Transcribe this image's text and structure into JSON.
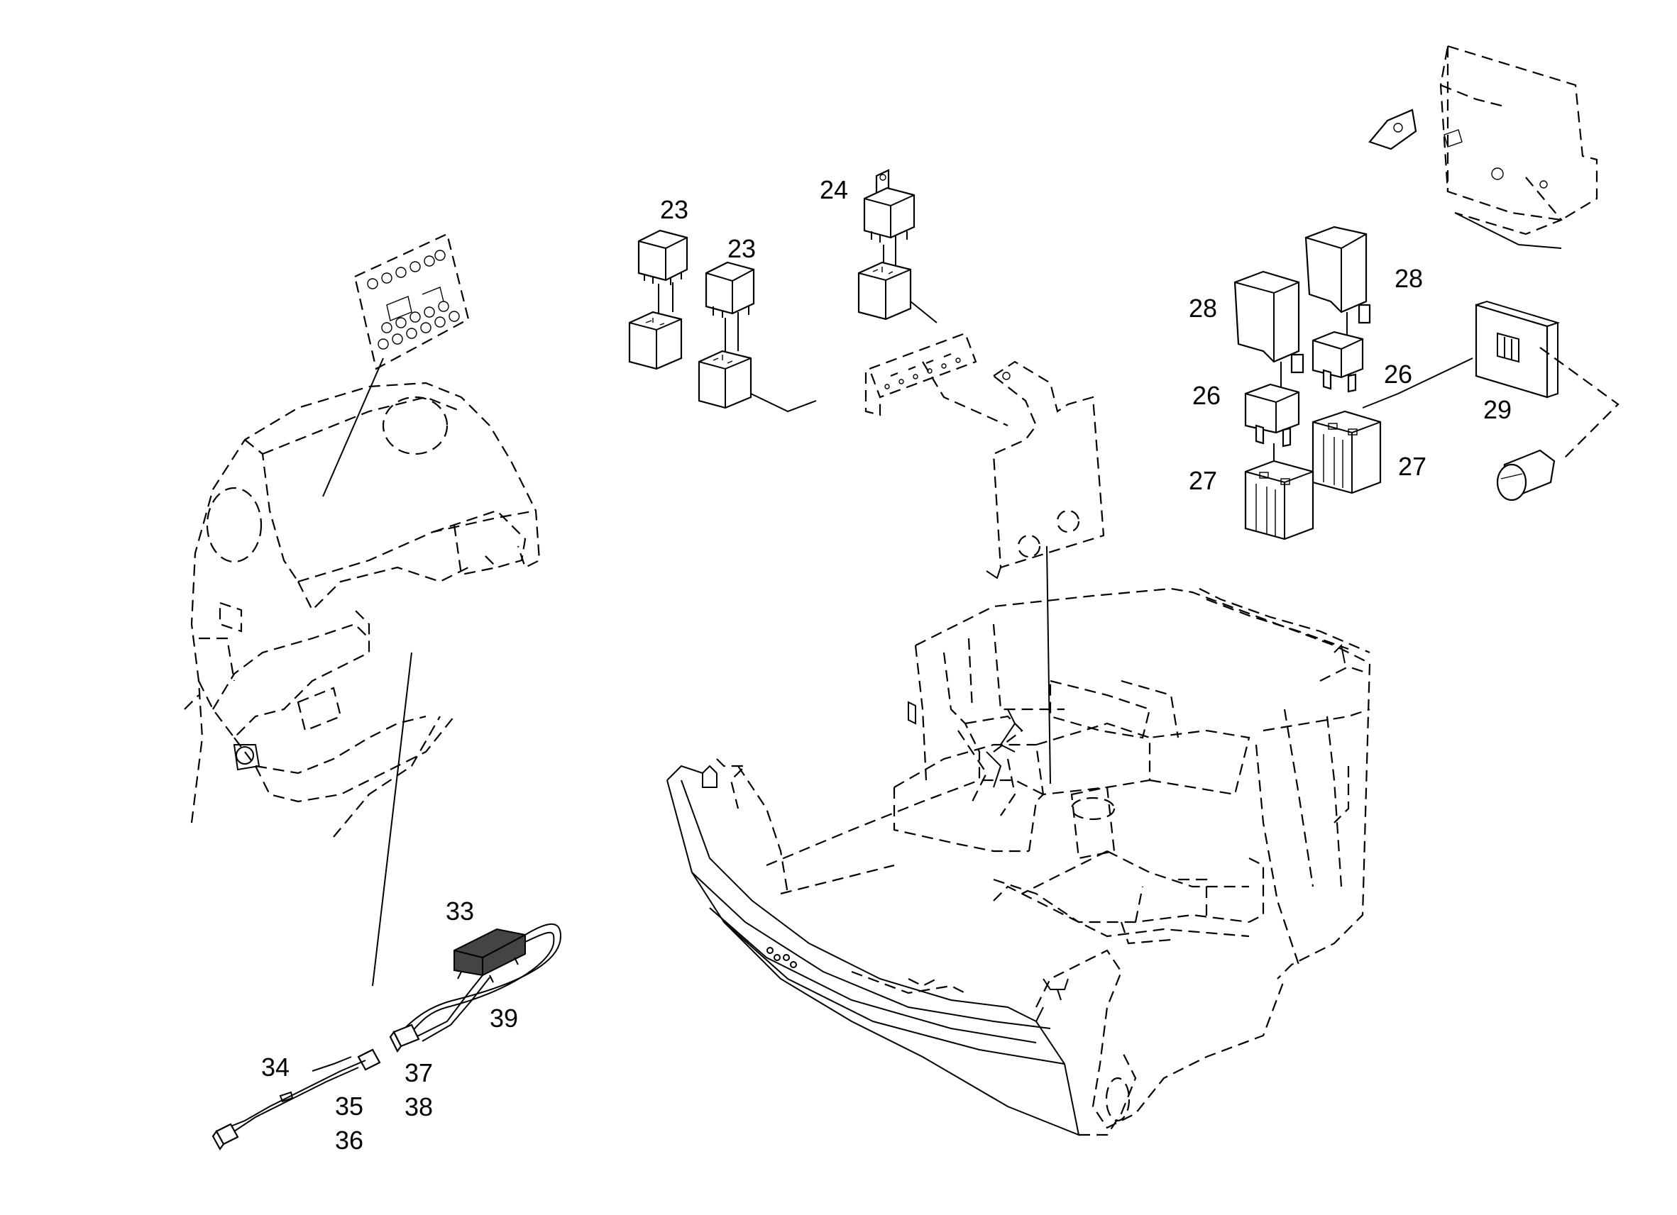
{
  "callouts": {
    "c23a": "23",
    "c23b": "23",
    "c24": "24",
    "c28a": "28",
    "c28b": "28",
    "c26a": "26",
    "c26b": "26",
    "c27a": "27",
    "c27b": "27",
    "c29": "29",
    "c33": "33",
    "c39": "39",
    "c34": "34",
    "c35": "35",
    "c36": "36",
    "c37": "37",
    "c38": "38"
  }
}
